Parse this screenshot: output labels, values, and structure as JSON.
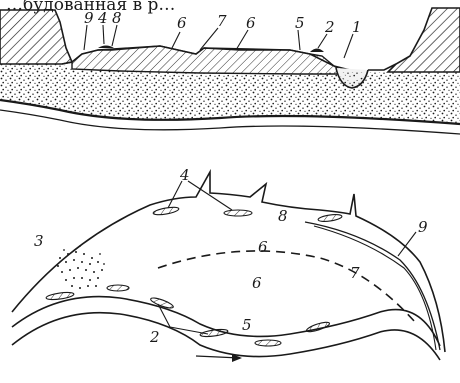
{
  "caption_fragment": "…будованная в р…",
  "cross_section": {
    "labels": [
      "9",
      "4",
      "8",
      "6",
      "7",
      "6",
      "5",
      "2",
      "1"
    ]
  },
  "plan_view": {
    "labels": [
      "4",
      "8",
      "9",
      "3",
      "6",
      "7",
      "6",
      "5",
      "2"
    ]
  },
  "colors": {
    "ink": "#1a1a1a",
    "paper": "#ffffff"
  }
}
